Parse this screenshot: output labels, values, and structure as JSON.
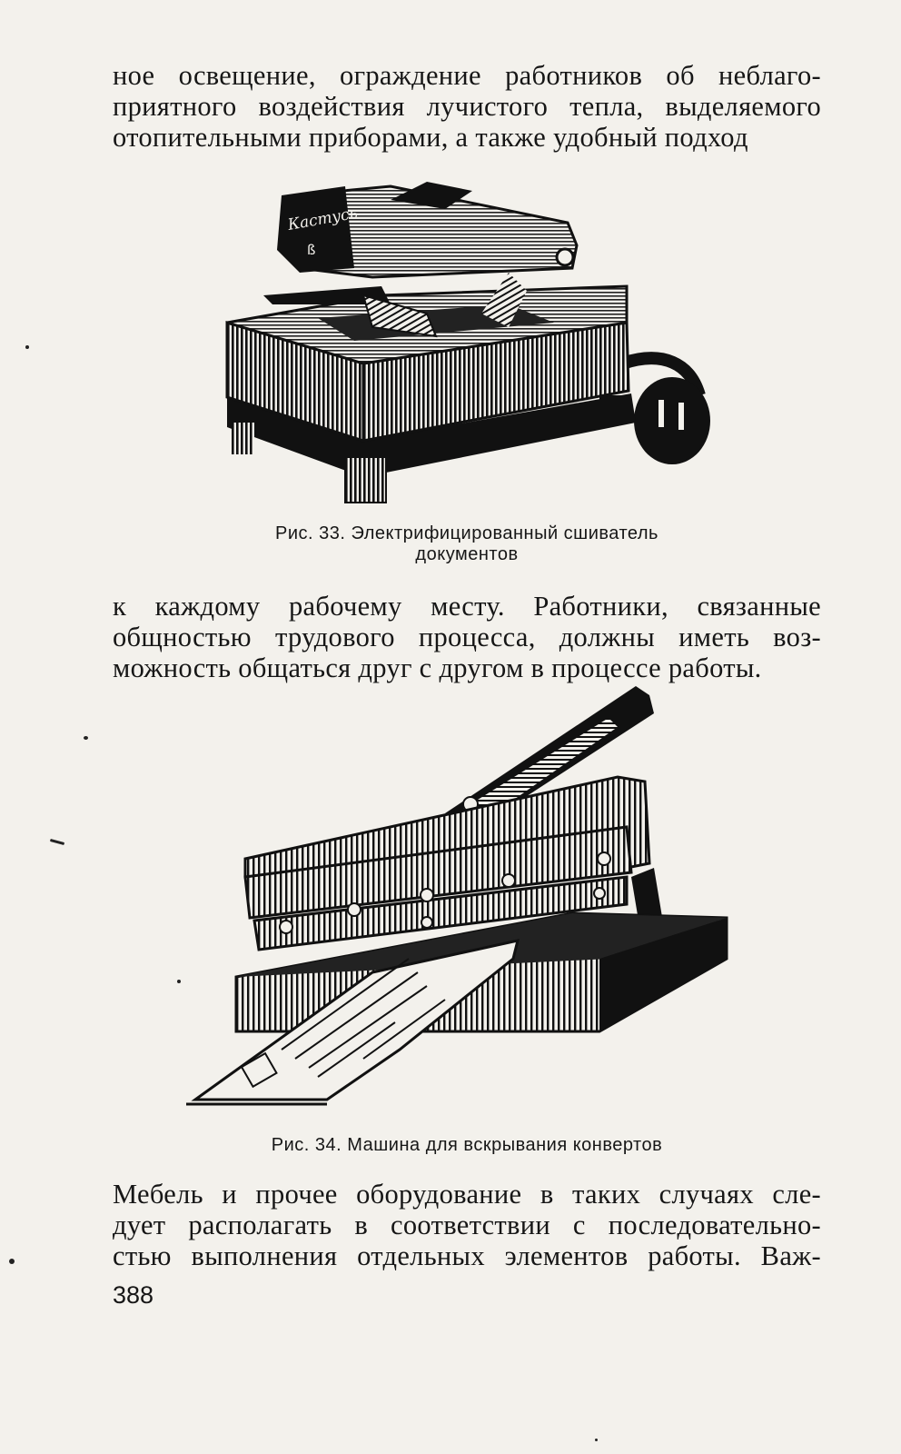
{
  "page": {
    "paragraphs": [
      {
        "lines": [
          "ное освещение, ограждение работников об неблаго-",
          "приятного воздействия лучистого тепла, выделяемого",
          "отопительными приборами, а также удобный подход"
        ]
      },
      {
        "lines": [
          "к каждому рабочему месту. Работники, связанные",
          "общностью трудового процесса, должны иметь воз-",
          "можность общаться друг с другом в процессе работы."
        ]
      },
      {
        "lines": [
          "Мебель и прочее оборудование в таких случаях сле-",
          "дует располагать в соответствии с последовательно-",
          "стью выполнения отдельных элементов работы. Важ-"
        ]
      }
    ],
    "figures": [
      {
        "caption_lines": [
          "Рис. 33. Электрифицированный сшиватель",
          "документов"
        ],
        "device_label": "Кастусь"
      },
      {
        "caption_lines": [
          "Рис. 34. Машина для вскрывания конвертов"
        ]
      }
    ],
    "page_number": "388"
  }
}
